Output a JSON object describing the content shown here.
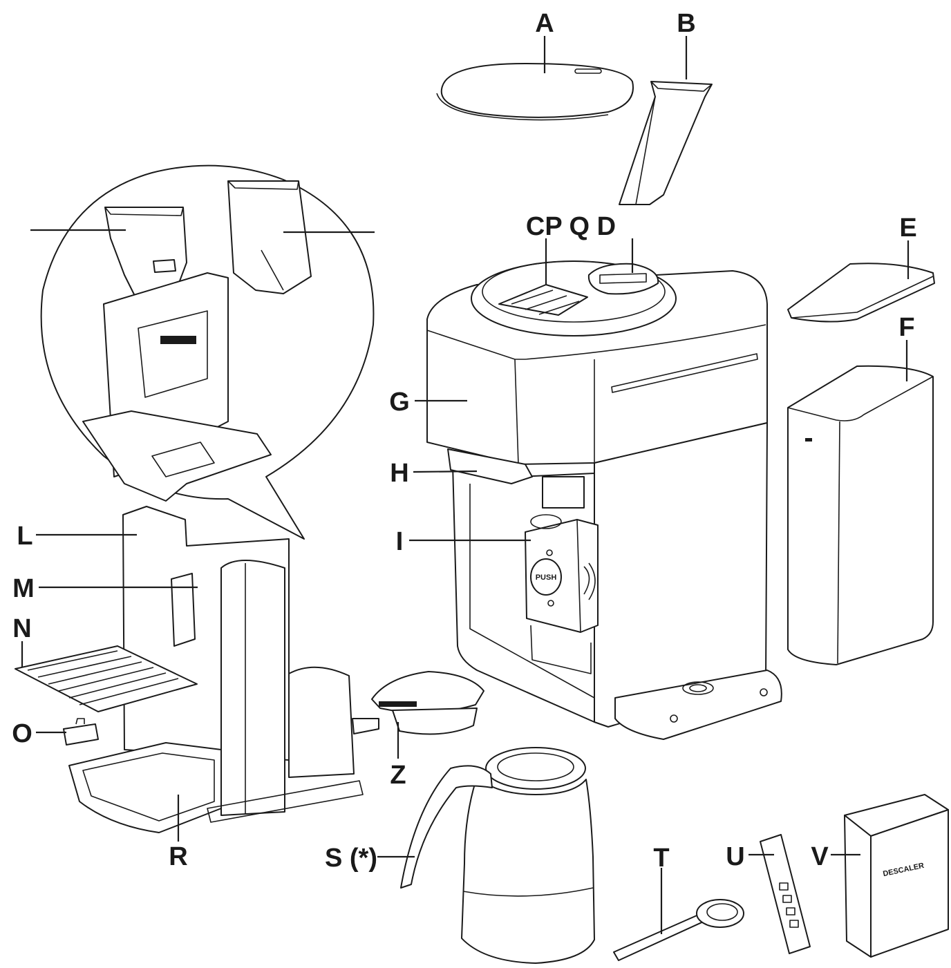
{
  "labels": {
    "A": "A",
    "B": "B",
    "CPQD": "CP Q D",
    "E": "E",
    "F": "F",
    "G": "G",
    "H": "H",
    "I": "I",
    "L": "L",
    "M": "M",
    "N": "N",
    "O": "O",
    "R": "R",
    "Z": "Z",
    "S": "S (*)",
    "T": "T",
    "U": "U",
    "V": "V"
  },
  "descaler_box_text": "DESCALER",
  "brew_unit_button_text": "PUSH"
}
